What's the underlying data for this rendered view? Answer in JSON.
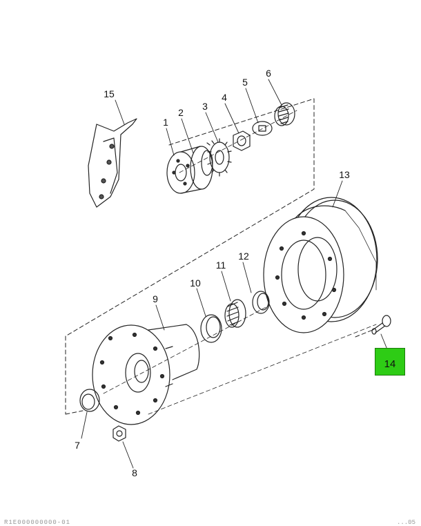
{
  "parts": [
    {
      "id": "1"
    },
    {
      "id": "2"
    },
    {
      "id": "3"
    },
    {
      "id": "4"
    },
    {
      "id": "5"
    },
    {
      "id": "6"
    },
    {
      "id": "7"
    },
    {
      "id": "8"
    },
    {
      "id": "9"
    },
    {
      "id": "10"
    },
    {
      "id": "11"
    },
    {
      "id": "12"
    },
    {
      "id": "13"
    },
    {
      "id": "14",
      "highlighted": true
    },
    {
      "id": "15"
    }
  ],
  "highlight_color": "#2ecc15",
  "footer": {
    "left": "R1E000000000-01",
    "right": "...05"
  }
}
